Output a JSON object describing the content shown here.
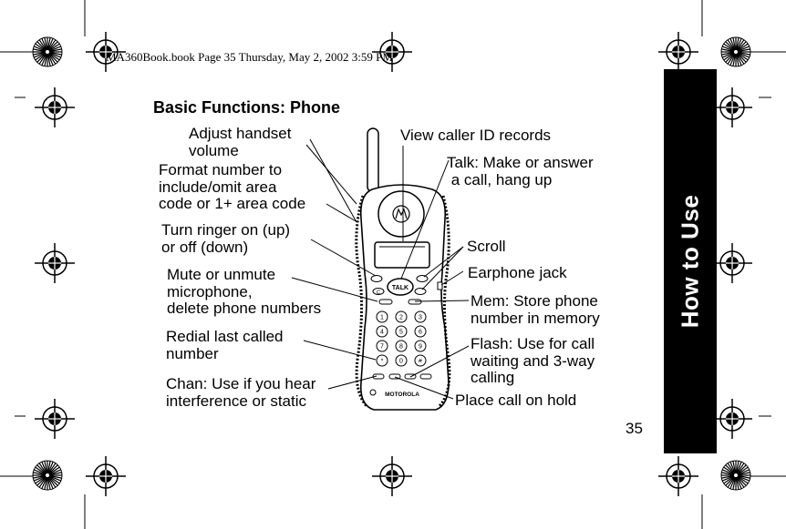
{
  "header": {
    "print_info": "MA360Book.book  Page 35  Thursday, May 2, 2002  3:59 PM"
  },
  "title": "Basic Functions: Phone",
  "side_tab": "How to Use",
  "page_number": "35",
  "phone": {
    "brand": "MOTOROLA",
    "talk_key": "TALK",
    "keypad": [
      "1",
      "2",
      "3",
      "4",
      "5",
      "6",
      "7",
      "8",
      "9",
      "*",
      "0",
      "#"
    ],
    "soft_key": "C"
  },
  "callouts": {
    "adjust_volume": "Adjust handset\nvolume",
    "format_number": "Format number to\ninclude/omit area\ncode or 1+ area code",
    "ringer": "Turn ringer on (up)\nor off (down)",
    "mute": "Mute or unmute\nmicrophone,\ndelete phone numbers",
    "redial": "Redial last called\nnumber",
    "chan": "Chan: Use if you hear\ninterference or static",
    "caller_id": "View caller ID records",
    "talk": "Talk: Make or answer\n a call, hang up",
    "scroll": "Scroll",
    "earphone": "Earphone jack",
    "mem": "Mem: Store phone\nnumber in memory",
    "flash": "Flash: Use for call\nwaiting and 3-way\ncalling",
    "hold": "Place call on hold"
  }
}
